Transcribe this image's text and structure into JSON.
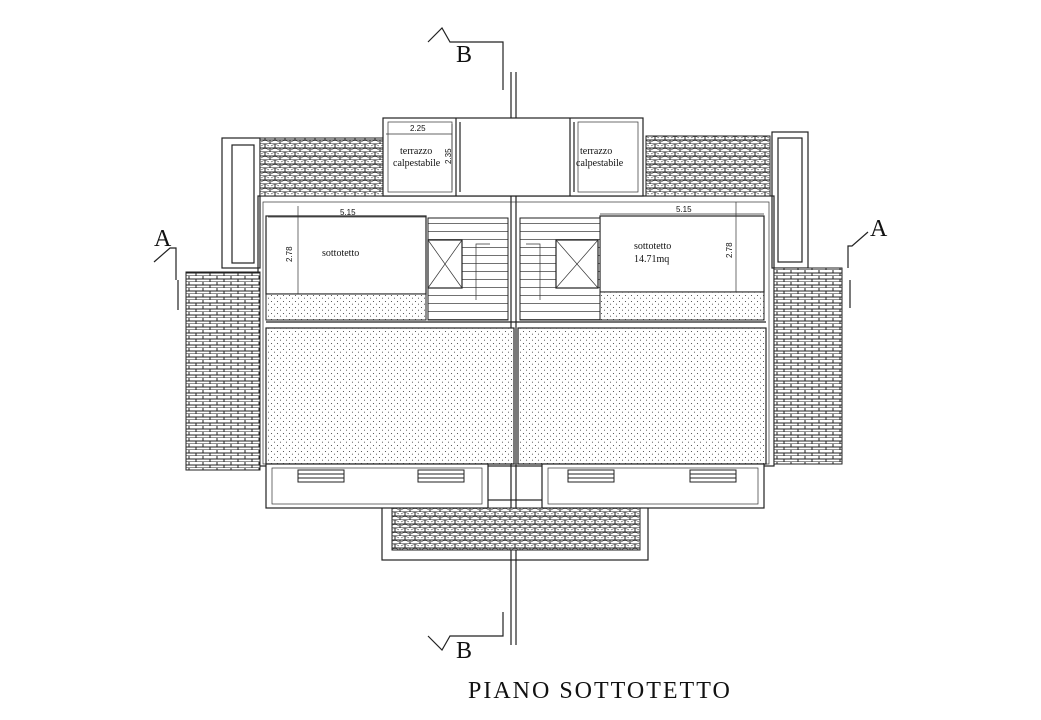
{
  "drawing": {
    "title": "PIANO SOTTOTETTO",
    "section_markers": {
      "b_top": "B",
      "b_bottom": "B",
      "a_left": "A",
      "a_right": "A"
    },
    "rooms": {
      "terrace_left_line1": "terrazzo",
      "terrace_left_line2": "calpestabile",
      "terrace_right_line1": "terrazzo",
      "terrace_right_line2": "calpestabile",
      "attic_left": "sottotetto",
      "attic_right": "sottotetto",
      "attic_right_area": "14.71mq"
    },
    "dimensions": {
      "terrace_width": "2.25",
      "terrace_depth": "2.35",
      "attic_left_width": "5.15",
      "attic_left_height": "2.78",
      "attic_right_width": "5.15",
      "attic_right_height": "2.78"
    },
    "hatch": {
      "roof_tile": "tile-hatch",
      "dotted_area": "dotted-fill"
    },
    "colors": {
      "line": "#222222",
      "background": "#ffffff"
    }
  }
}
